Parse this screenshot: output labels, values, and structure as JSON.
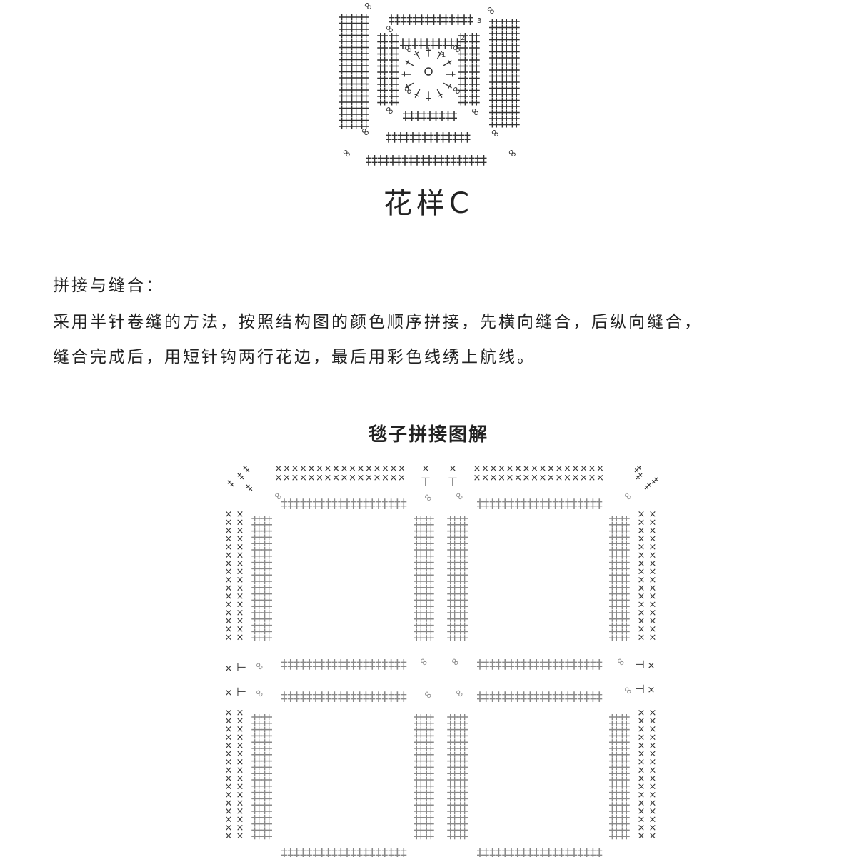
{
  "pattern": {
    "title": "花样C",
    "round_numbers": [
      "1",
      "2",
      "3"
    ]
  },
  "instructions": {
    "heading": "拼接与缝合：",
    "line1": "采用半针卷缝的方法，按照结构图的颜色顺序拼接，先横向缝合，后纵向缝合，",
    "line2": "缝合完成后，用短针钩两行花边，最后用彩色线绣上航线。"
  },
  "join_diagram": {
    "title": "毯子拼接图解"
  },
  "colors": {
    "text": "#222222",
    "stitch_black": "#333333",
    "stitch_gray": "#8a8a8a",
    "background": "#ffffff"
  },
  "icons": [
    "double-crochet-symbol",
    "chain-symbol",
    "single-crochet-x-symbol",
    "magic-ring-symbol"
  ]
}
